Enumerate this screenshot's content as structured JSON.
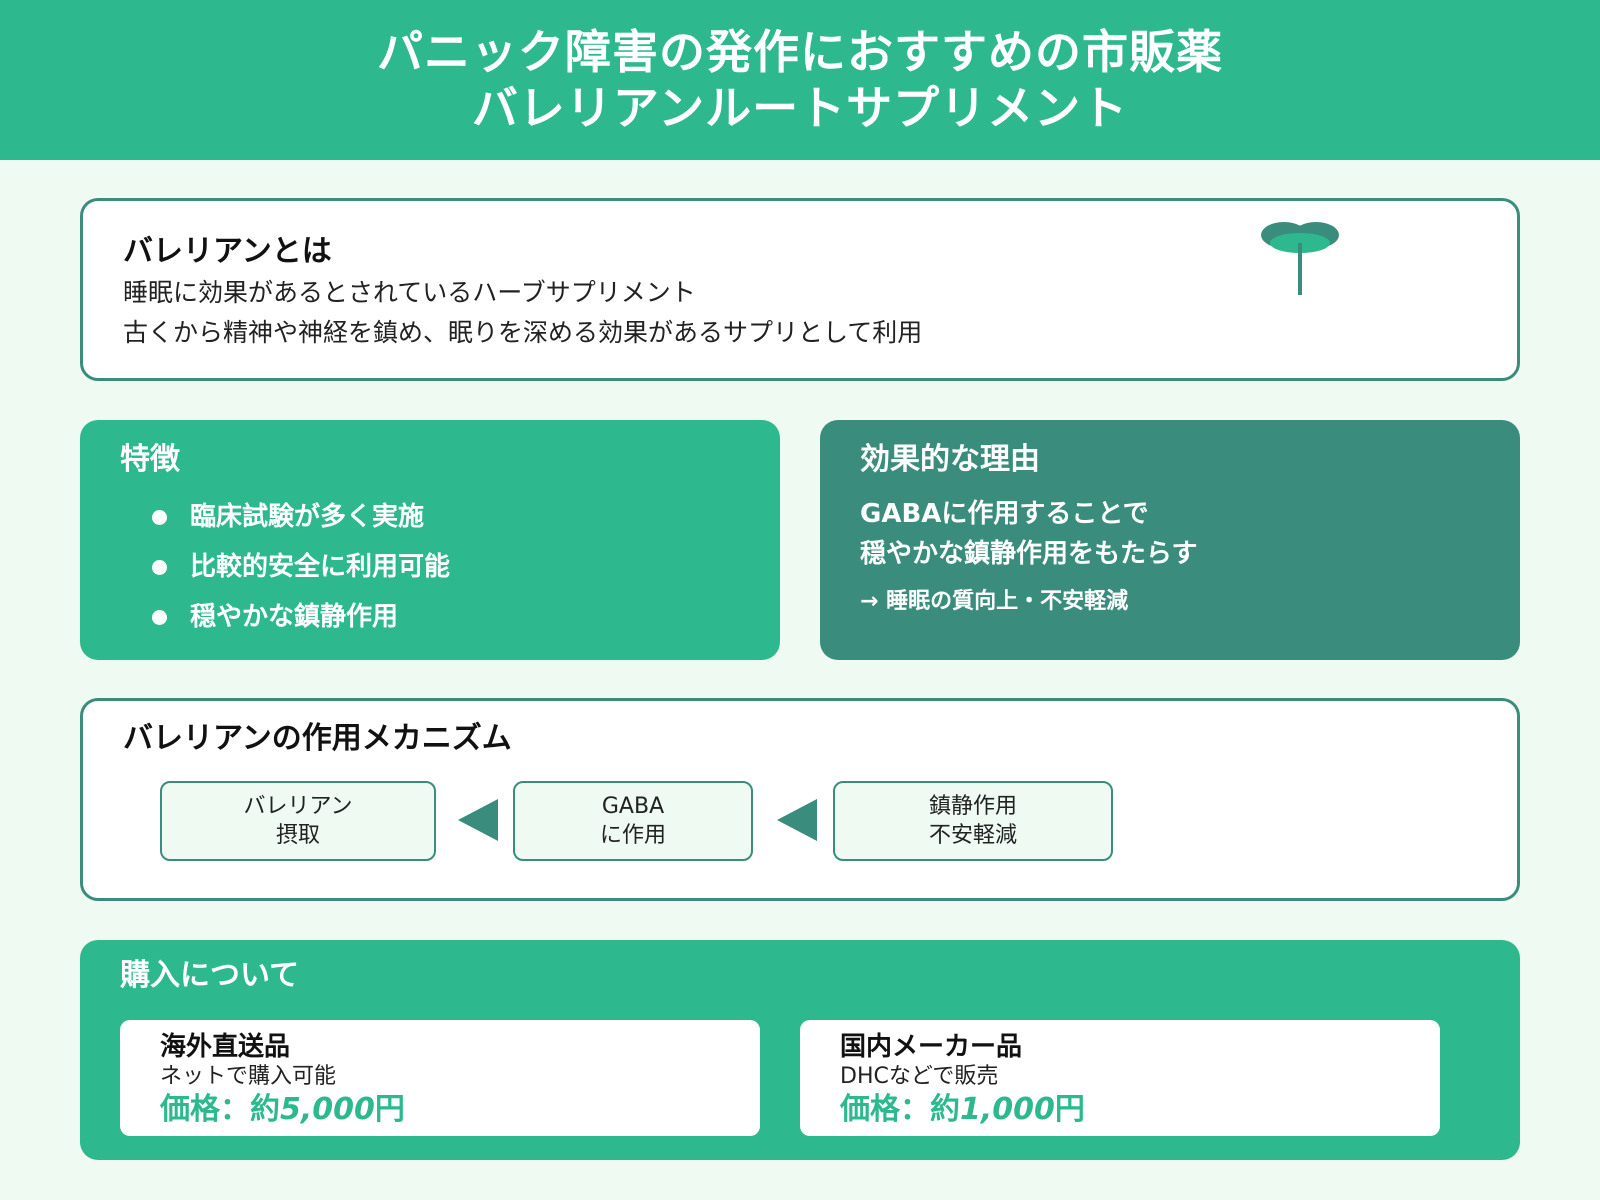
{
  "header": {
    "title_line1": "パニック障害の発作におすすめの市販薬",
    "title_line2": "バレリアンルートサプリメント"
  },
  "about": {
    "title": "バレリアンとは",
    "line1": "睡眠に効果があるとされているハーブサプリメント",
    "line2": "古くから精神や神経を鎮め、眠りを深める効果があるサプリとして利用",
    "icon": "plant-icon"
  },
  "features": {
    "title": "特徴",
    "items": [
      "臨床試験が多く実施",
      "比較的安全に利用可能",
      "穏やかな鎮静作用"
    ]
  },
  "reason": {
    "title": "効果的な理由",
    "line1": "GABAに作用することで",
    "line2": "穏やかな鎮静作用をもたらす",
    "note": "→ 睡眠の質向上・不安軽減"
  },
  "mechanism": {
    "title": "バレリアンの作用メカニズム",
    "steps": [
      {
        "line1": "バレリアン",
        "line2": "摂取"
      },
      {
        "line1": "GABA",
        "line2": "に作用"
      },
      {
        "line1": "鎮静作用",
        "line2": "不安軽減"
      }
    ],
    "arrow_icon": "triangle-left-icon"
  },
  "purchase": {
    "title": "購入について",
    "options": [
      {
        "name": "海外直送品",
        "desc": "ネットで購入可能",
        "price_label": "価格：約",
        "price_value": "5,000",
        "price_unit": "円"
      },
      {
        "name": "国内メーカー品",
        "desc": "DHCなどで販売",
        "price_label": "価格：約",
        "price_value": "1,000",
        "price_unit": "円"
      }
    ]
  },
  "colors": {
    "primary": "#2db88d",
    "dark": "#3a8d7c",
    "background": "#effaf3"
  }
}
